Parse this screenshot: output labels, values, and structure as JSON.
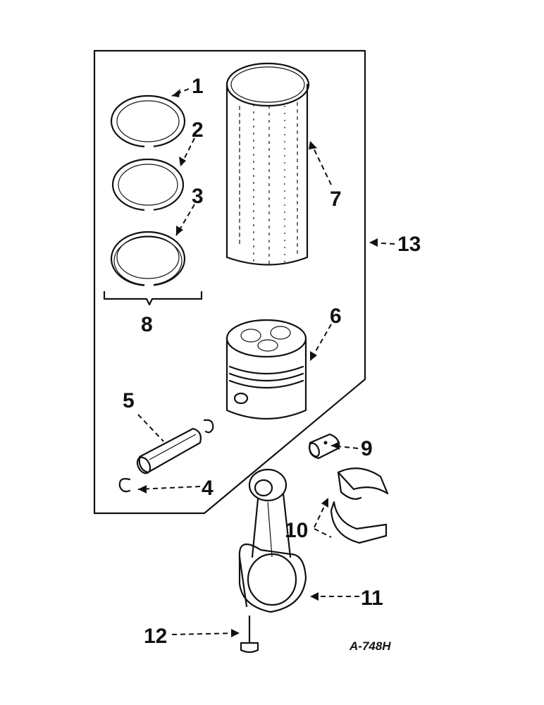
{
  "callouts": {
    "c1": "1",
    "c2": "2",
    "c3": "3",
    "c4": "4",
    "c5": "5",
    "c6": "6",
    "c7": "7",
    "c8": "8",
    "c9": "9",
    "c10": "10",
    "c11": "11",
    "c12": "12",
    "c13": "13"
  },
  "reference_code": "A-748H",
  "parts": [
    "piston-ring",
    "piston-ring",
    "piston-ring",
    "snap-ring",
    "piston-pin",
    "piston",
    "cylinder-sleeve",
    "ring-set",
    "bushing",
    "bearing-halves",
    "connecting-rod",
    "bolt",
    "piston-and-sleeve-kit"
  ],
  "colors": {
    "ink": "#111111",
    "paper": "#ffffff"
  }
}
